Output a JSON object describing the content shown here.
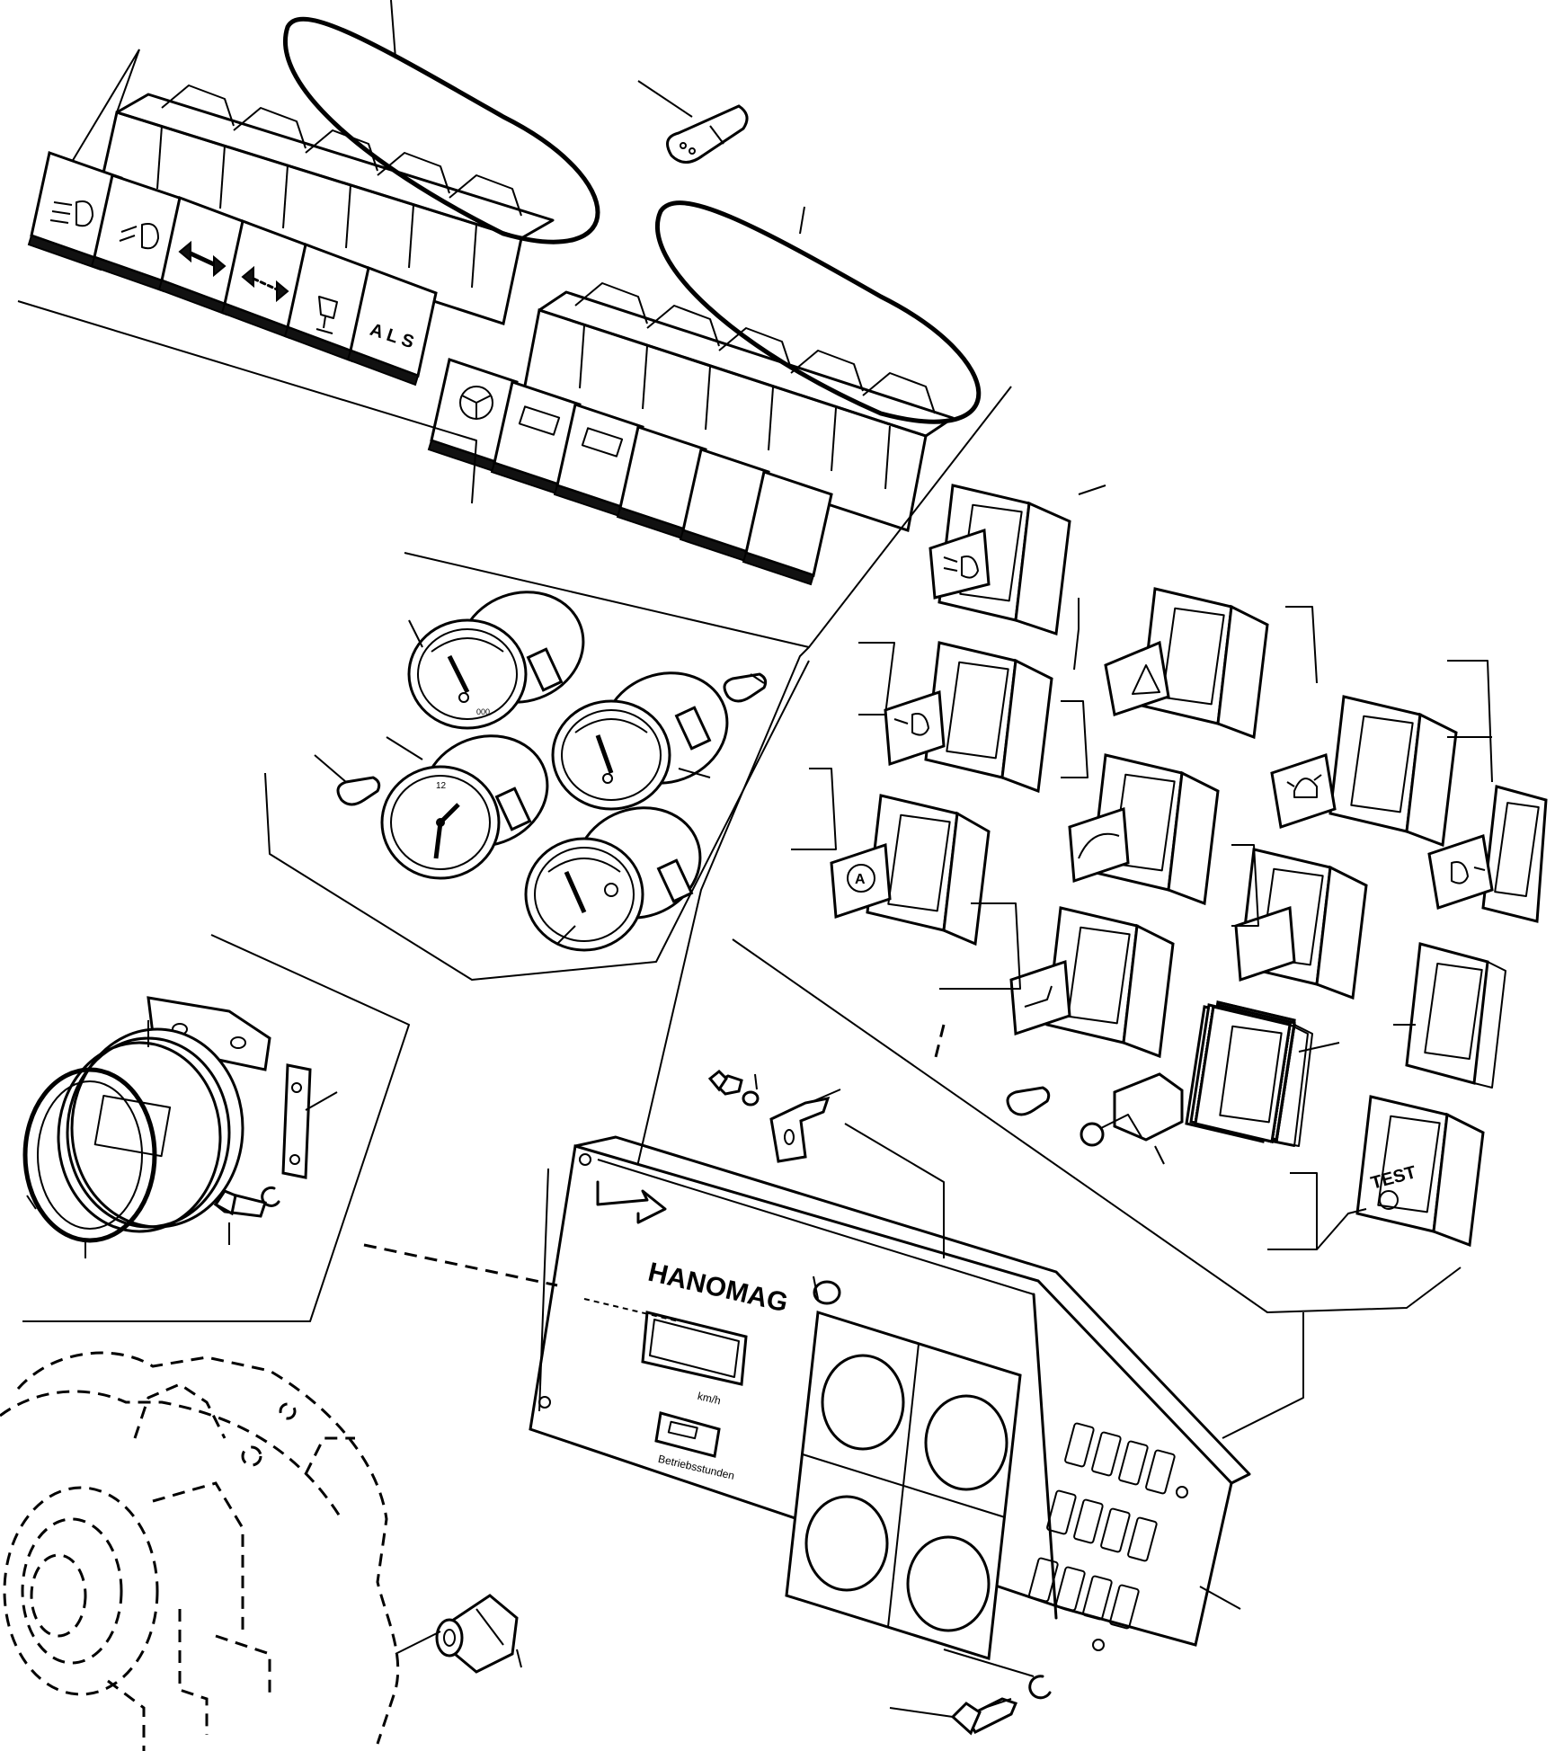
{
  "panel": {
    "brand": "HANOMAG",
    "speed_unit": "km/h",
    "hours_label": "Betriebsstunden"
  },
  "switch_labels": {
    "als": "A L S",
    "test": "TEST"
  },
  "colors": {
    "line": "#000000",
    "background": "#ffffff"
  }
}
